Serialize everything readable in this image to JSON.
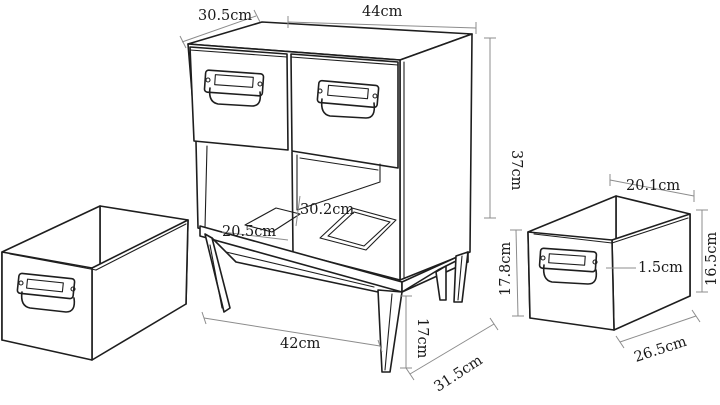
{
  "dimensions": {
    "cabinet_depth_top": "30.5cm",
    "cabinet_width_top": "44cm",
    "cabinet_height": "37cm",
    "compartment_width": "20.5cm",
    "compartment_depth": "30.2cm",
    "base_width": "42cm",
    "leg_height": "17cm",
    "base_depth": "31.5cm",
    "drawer_width": "20.1cm",
    "drawer_front_height": "17.8cm",
    "drawer_wall": "1.5cm",
    "drawer_height": "16.5cm",
    "drawer_depth": "26.5cm"
  },
  "colors": {
    "line": "#1e1e1e",
    "dimension_line": "#8c8c8c",
    "background": "#ffffff"
  }
}
